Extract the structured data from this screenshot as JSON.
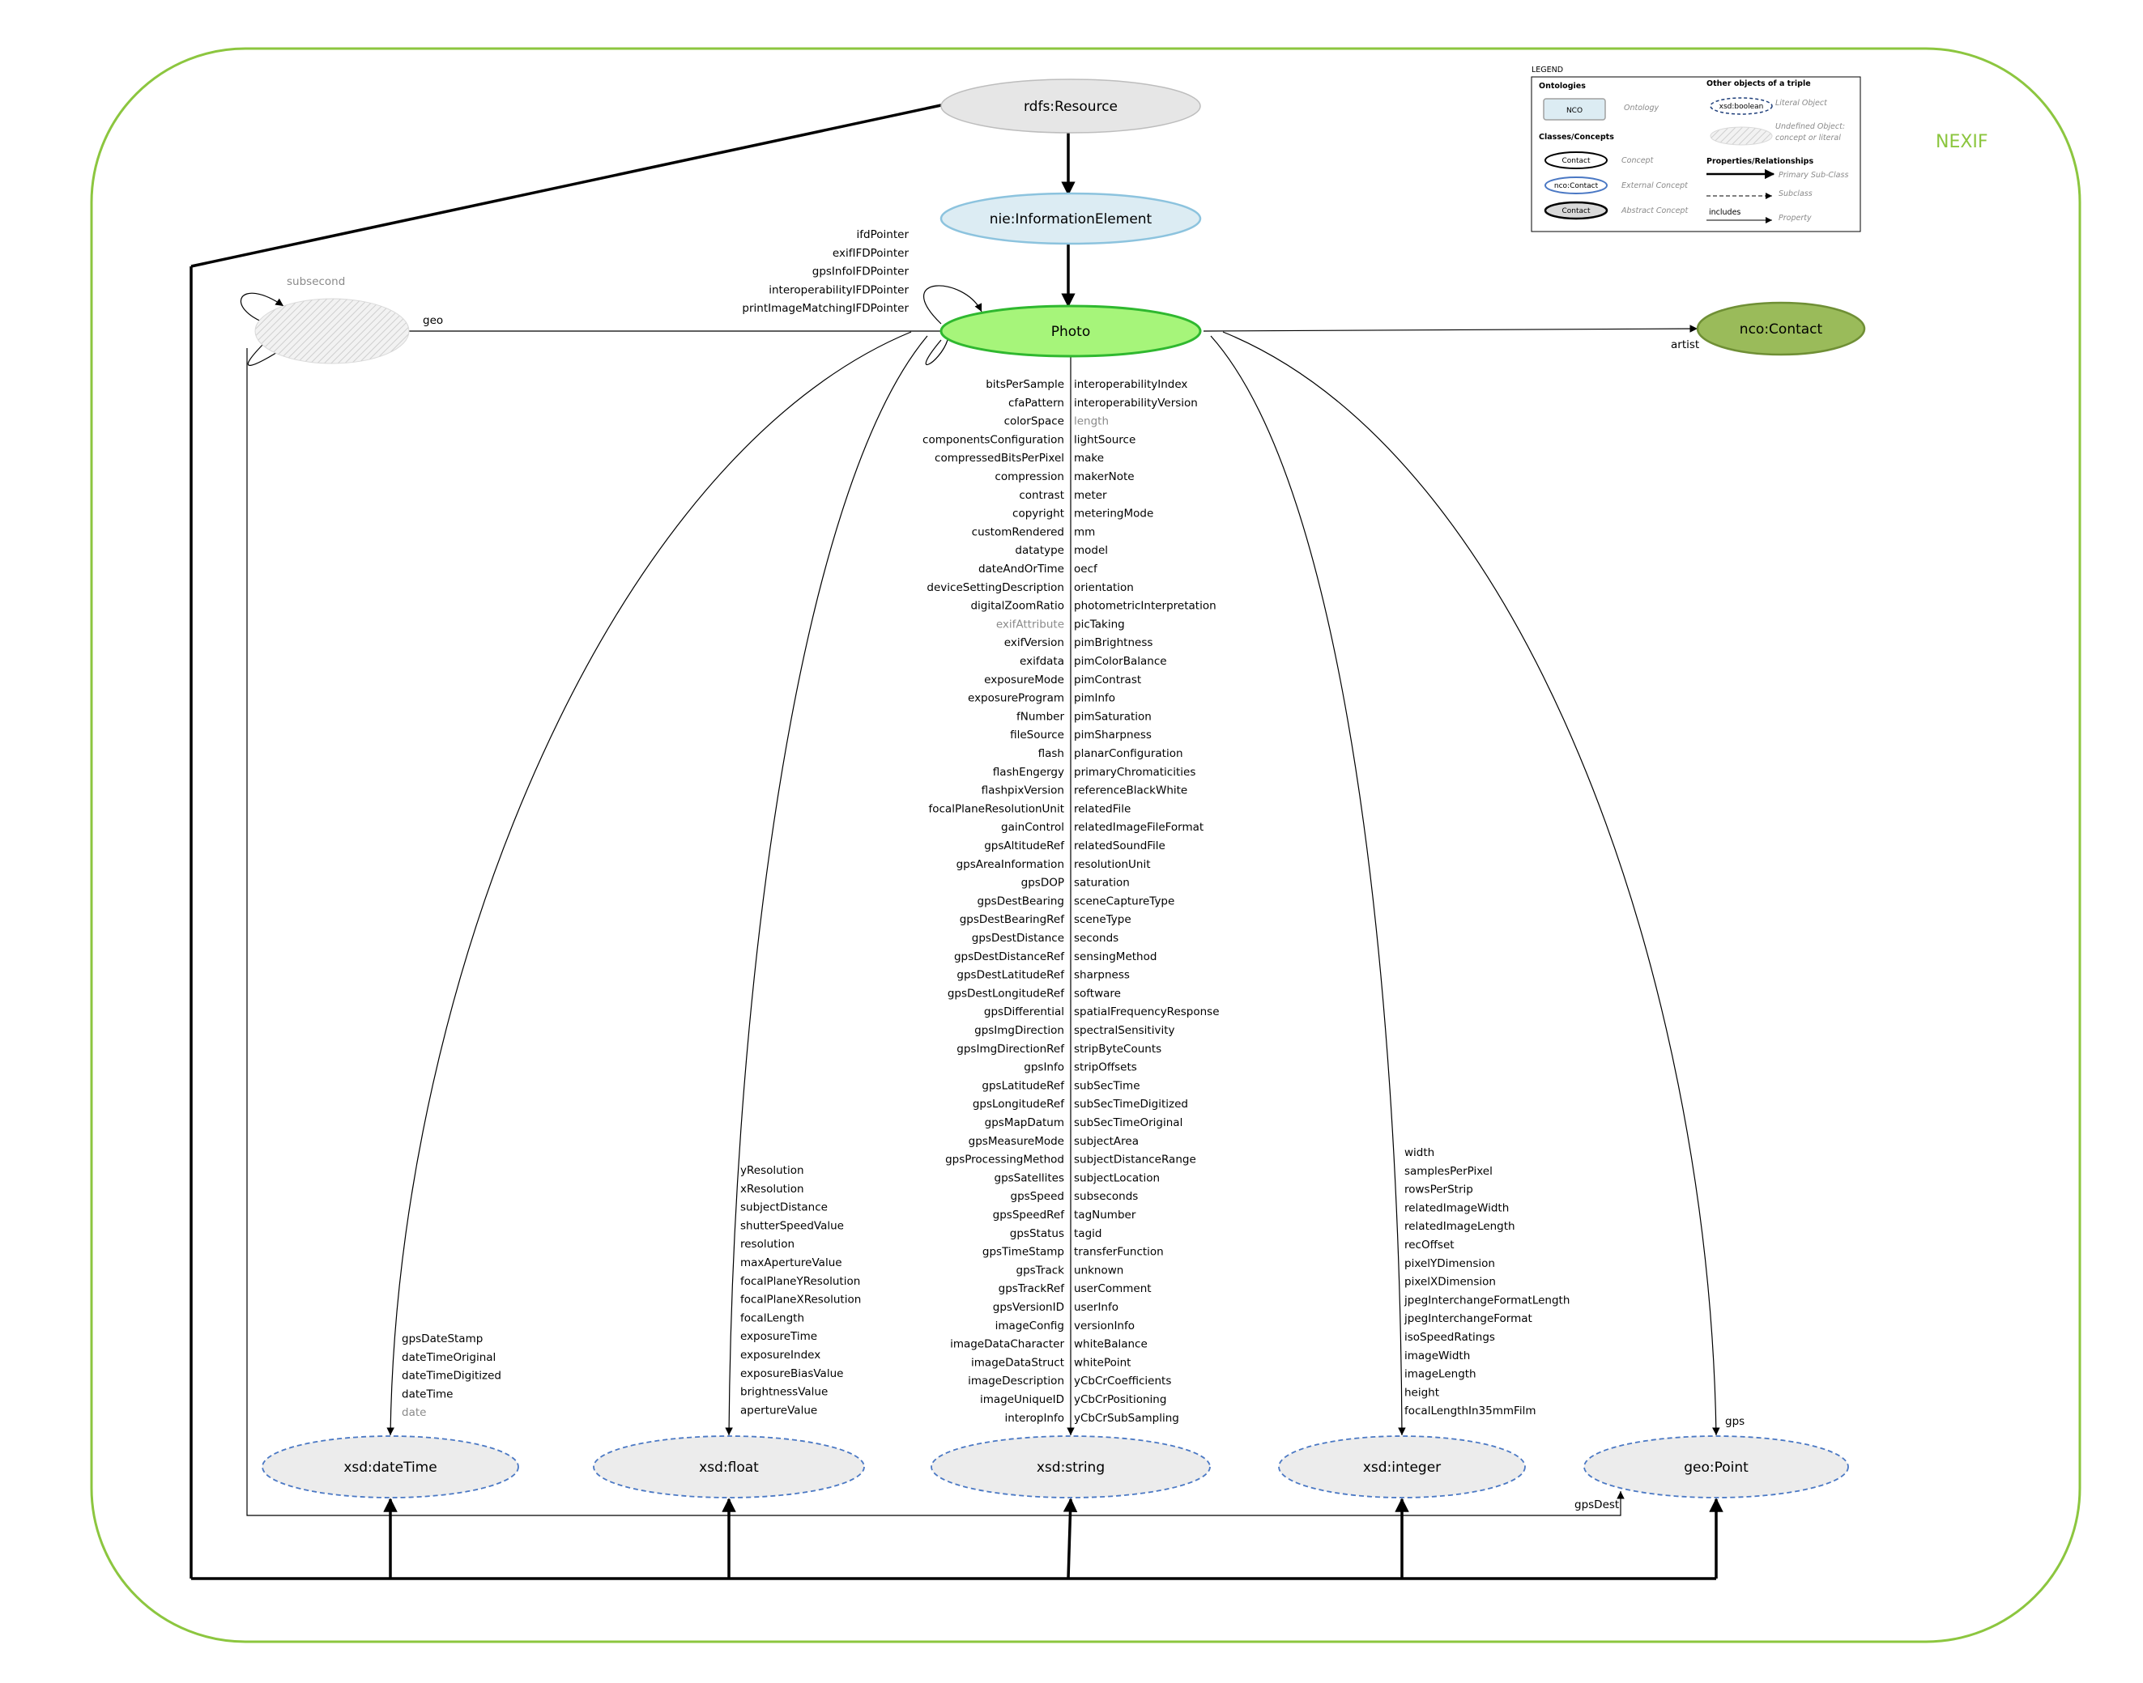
{
  "ontology_label": "NEXIF",
  "nodes": {
    "rdfs_resource": "rdfs:Resource",
    "nie_information_element": "nie:InformationElement",
    "photo": "Photo",
    "nco_contact": "nco:Contact",
    "xsd_datetime": "xsd:dateTime",
    "xsd_float": "xsd:float",
    "xsd_string": "xsd:string",
    "xsd_integer": "xsd:integer",
    "geo_point": "geo:Point"
  },
  "edge_labels": {
    "artist": "artist",
    "geo": "geo",
    "subsecond": "subsecond",
    "gps": "gps",
    "gpsDest": "gpsDest"
  },
  "self_loop_labels": [
    "ifdPointer",
    "exifIFDPointer",
    "gpsInfoIFDPointer",
    "interoperabilityIFDPointer",
    "printImageMatchingIFDPointer"
  ],
  "datetime_props": [
    "gpsDateStamp",
    "dateTimeOriginal",
    "dateTimeDigitized",
    "dateTime",
    "date"
  ],
  "float_props": [
    "yResolution",
    "xResolution",
    "subjectDistance",
    "shutterSpeedValue",
    "resolution",
    "maxApertureValue",
    "focalPlaneYResolution",
    "focalPlaneXResolution",
    "focalLength",
    "exposureTime",
    "exposureIndex",
    "exposureBiasValue",
    "brightnessValue",
    "apertureValue"
  ],
  "integer_props": [
    "width",
    "samplesPerPixel",
    "rowsPerStrip",
    "relatedImageWidth",
    "relatedImageLength",
    "recOffset",
    "pixelYDimension",
    "pixelXDimension",
    "jpegInterchangeFormatLength",
    "jpegInterchangeFormat",
    "isoSpeedRatings",
    "imageWidth",
    "imageLength",
    "height",
    "focalLengthIn35mmFilm"
  ],
  "string_props_left": [
    "bitsPerSample",
    "cfaPattern",
    "colorSpace",
    "componentsConfiguration",
    "compressedBitsPerPixel",
    "compression",
    "contrast",
    "copyright",
    "customRendered",
    "datatype",
    "dateAndOrTime",
    "deviceSettingDescription",
    "digitalZoomRatio",
    "exifAttribute",
    "exifVersion",
    "exifdata",
    "exposureMode",
    "exposureProgram",
    "fNumber",
    "fileSource",
    "flash",
    "flashEngergy",
    "flashpixVersion",
    "focalPlaneResolutionUnit",
    "gainControl",
    "gpsAltitudeRef",
    "gpsAreaInformation",
    "gpsDOP",
    "gpsDestBearing",
    "gpsDestBearingRef",
    "gpsDestDistance",
    "gpsDestDistanceRef",
    "gpsDestLatitudeRef",
    "gpsDestLongitudeRef",
    "gpsDifferential",
    "gpsImgDirection",
    "gpsImgDirectionRef",
    "gpsInfo",
    "gpsLatitudeRef",
    "gpsLongitudeRef",
    "gpsMapDatum",
    "gpsMeasureMode",
    "gpsProcessingMethod",
    "gpsSatellites",
    "gpsSpeed",
    "gpsSpeedRef",
    "gpsStatus",
    "gpsTimeStamp",
    "gpsTrack",
    "gpsTrackRef",
    "gpsVersionID",
    "imageConfig",
    "imageDataCharacter",
    "imageDataStruct",
    "imageDescription",
    "imageUniqueID",
    "interopInfo"
  ],
  "string_props_right": [
    "interoperabilityIndex",
    "interoperabilityVersion",
    "length",
    "lightSource",
    "make",
    "makerNote",
    "meter",
    "meteringMode",
    "mm",
    "model",
    "oecf",
    "orientation",
    "photometricInterpretation",
    "picTaking",
    "pimBrightness",
    "pimColorBalance",
    "pimContrast",
    "pimInfo",
    "pimSaturation",
    "pimSharpness",
    "planarConfiguration",
    "primaryChromaticities",
    "referenceBlackWhite",
    "relatedFile",
    "relatedImageFileFormat",
    "relatedSoundFile",
    "resolutionUnit",
    "saturation",
    "sceneCaptureType",
    "sceneType",
    "seconds",
    "sensingMethod",
    "sharpness",
    "software",
    "spatialFrequencyResponse",
    "spectralSensitivity",
    "stripByteCounts",
    "stripOffsets",
    "subSecTime",
    "subSecTimeDigitized",
    "subSecTimeOriginal",
    "subjectArea",
    "subjectDistanceRange",
    "subjectLocation",
    "subseconds",
    "tagNumber",
    "tagid",
    "transferFunction",
    "unknown",
    "userComment",
    "userInfo",
    "versionInfo",
    "whiteBalance",
    "whitePoint",
    "yCbCrCoefficients",
    "yCbCrPositioning",
    "yCbCrSubSampling"
  ],
  "grey_props": [
    "date",
    "exifAttribute",
    "length"
  ],
  "legend": {
    "title": "LEGEND",
    "ontologies": "Ontologies",
    "nco_box": "NCO",
    "ontology": "Ontology",
    "classes_concepts": "Classes/Concepts",
    "contact": "Contact",
    "concept": "Concept",
    "nco_contact": "nco:Contact",
    "external_concept": "External Concept",
    "abstract_concept": "Abstract Concept",
    "other_objects": "Other objects of a triple",
    "xsd_boolean": "xsd:boolean",
    "literal_object": "Literal Object",
    "undefined_object_1": "Undefined Object:",
    "undefined_object_2": "concept or literal",
    "properties_relationships": "Properties/Relationships",
    "primary_subclass": "Primary Sub-Class",
    "subclass": "Subclass",
    "includes": "includes",
    "property": "Property"
  },
  "colors": {
    "frame": "#8cc63f",
    "photo_fill": "#a6f57a",
    "photo_stroke": "#2fb82f",
    "nie_fill": "#dcecf3",
    "nie_stroke": "#8cc3de",
    "contact_fill": "#9abb5a",
    "literal_stroke": "#4a78c4",
    "grey_node": "#e6e6e6"
  }
}
